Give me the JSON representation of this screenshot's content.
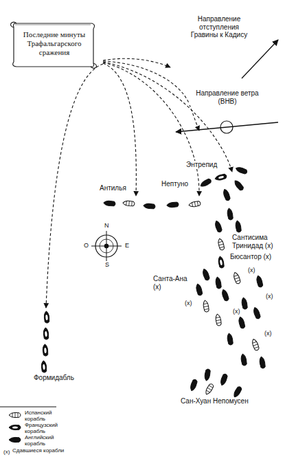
{
  "diagram": {
    "title": "Последние минуты Трафальгарского сражения",
    "labels": [
      "Направление отступления Гравины к Кадису",
      "Направление ветра (ВНВ)",
      "Энтрепид",
      "Антилья",
      "Нептуно",
      "N",
      "O",
      "E",
      "S",
      "Сантисима Тринидад (x)",
      "Бюсантор (x)",
      "(x)",
      "(x)",
      "Санта-Ана (x)",
      "(x)",
      "(x)",
      "(x)",
      "Формидабль",
      "Сан-Хуан Непомусен",
      "(x)"
    ],
    "legend": [
      {
        "text": "Испанский корабль"
      },
      {
        "text": "Французский корабль"
      },
      {
        "text": "Английский корабль"
      },
      {
        "text": "Сдавшиеся корабли"
      }
    ]
  }
}
